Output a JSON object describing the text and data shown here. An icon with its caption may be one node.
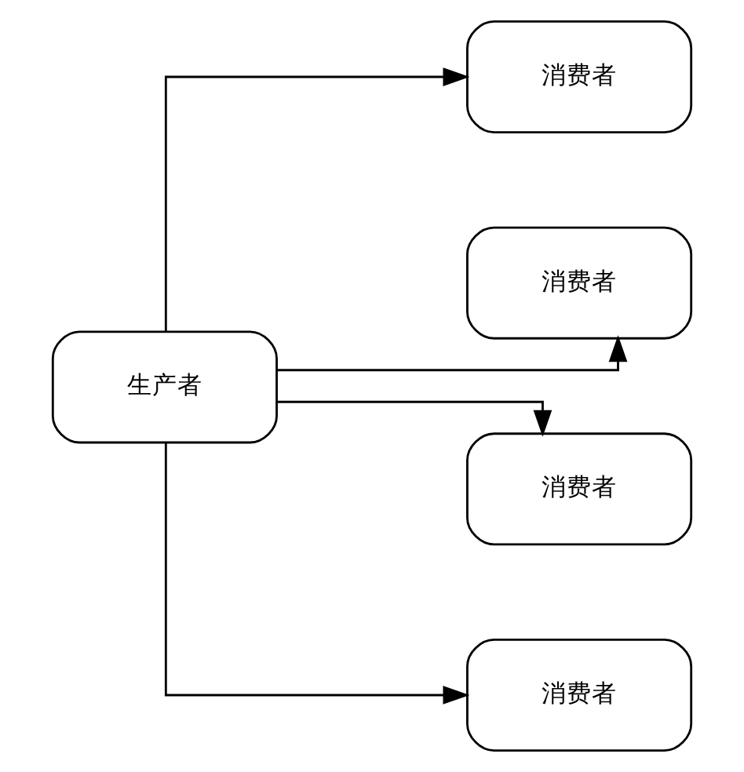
{
  "diagram": {
    "nodes": [
      {
        "text": [
          "生产者"
        ]
      },
      {
        "text": [
          "消费者"
        ]
      },
      {
        "text": [
          "消费者"
        ]
      },
      {
        "text": [
          "消费者"
        ]
      },
      {
        "text": [
          "消费者"
        ]
      }
    ],
    "edges": [
      {
        "from": 0,
        "to": 1,
        "arrow": "to"
      },
      {
        "from": 0,
        "to": 2,
        "arrow": "to"
      },
      {
        "from": 0,
        "to": 3,
        "arrow": "to"
      },
      {
        "from": 0,
        "to": 4,
        "arrow": "to"
      }
    ]
  }
}
